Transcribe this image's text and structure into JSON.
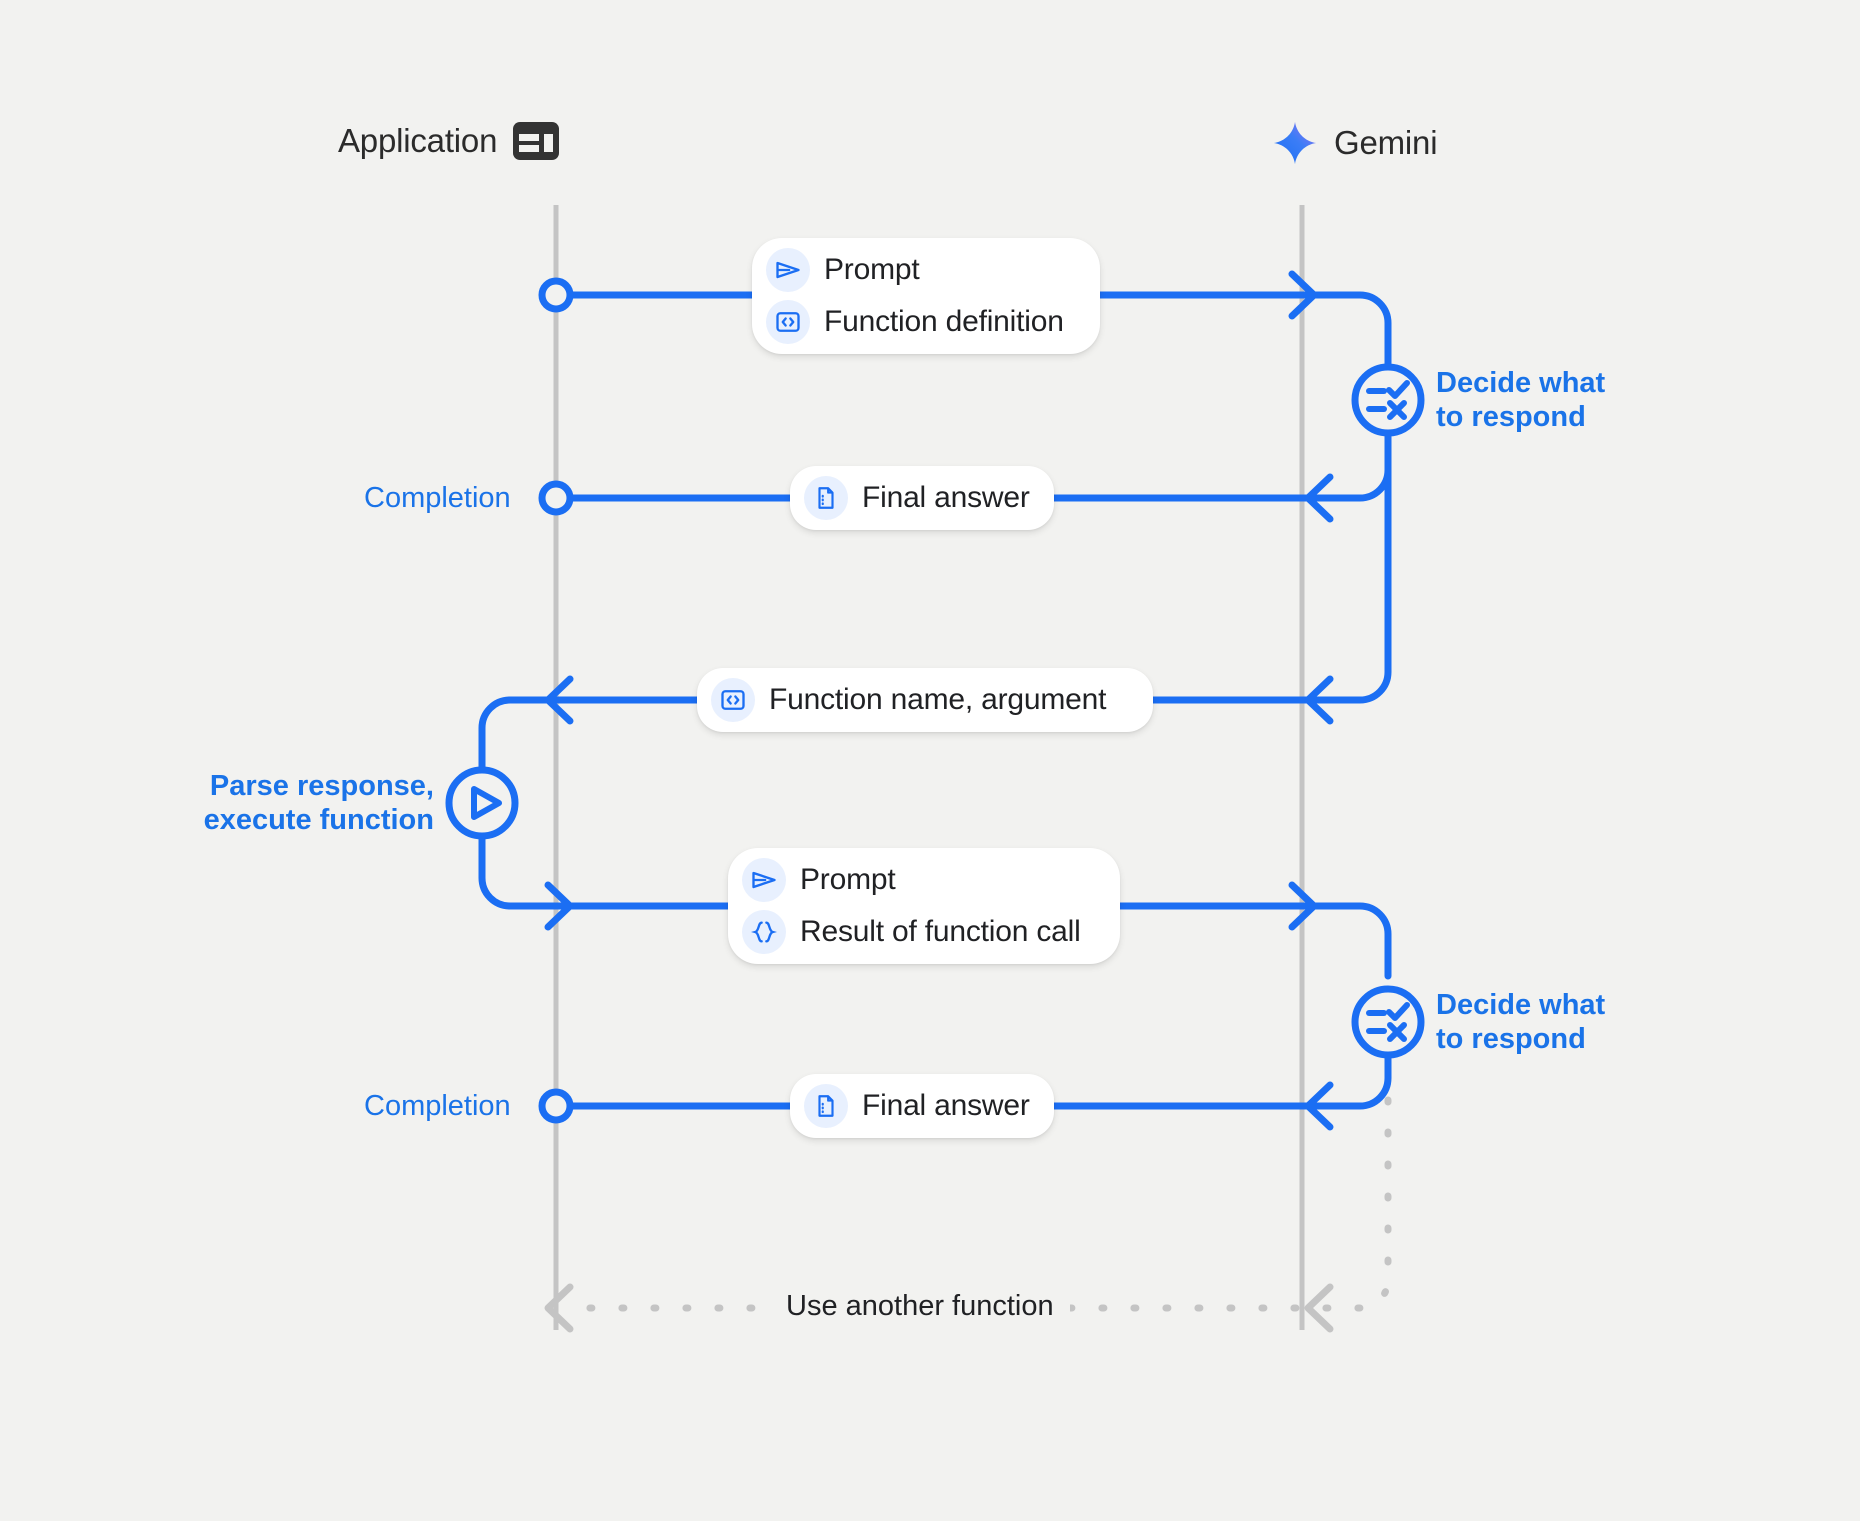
{
  "diagram": {
    "title": "Gemini function calling sequence",
    "background_color": "#f2f2f0",
    "accent_color": "#1a73e8",
    "muted_color": "#c4c4c4",
    "actors": [
      {
        "id": "application",
        "label": "Application",
        "icon": "app-layout-icon"
      },
      {
        "id": "gemini",
        "label": "Gemini",
        "icon": "gemini-sparkle-icon"
      }
    ],
    "messages": [
      {
        "id": "prompt-function-definition",
        "direction": "app-to-gemini",
        "rows": [
          {
            "icon": "send-icon",
            "label": "Prompt"
          },
          {
            "icon": "code-brackets-icon",
            "label": "Function definition"
          }
        ]
      },
      {
        "id": "final-answer-1",
        "direction": "gemini-to-app",
        "rows": [
          {
            "icon": "document-icon",
            "label": "Final answer"
          }
        ]
      },
      {
        "id": "function-name-argument",
        "direction": "gemini-to-app",
        "rows": [
          {
            "icon": "code-brackets-icon",
            "label": "Function name,  argument"
          }
        ]
      },
      {
        "id": "prompt-result-of-function-call",
        "direction": "app-to-gemini",
        "rows": [
          {
            "icon": "send-icon",
            "label": "Prompt"
          },
          {
            "icon": "curly-braces-icon",
            "label": "Result of function call"
          }
        ]
      },
      {
        "id": "final-answer-2",
        "direction": "gemini-to-app",
        "rows": [
          {
            "icon": "document-icon",
            "label": "Final answer"
          }
        ]
      }
    ],
    "annotations": [
      {
        "id": "decide-1",
        "text": "Decide what\nto respond",
        "side": "right",
        "icon": "decision-checklist-icon"
      },
      {
        "id": "completion-1",
        "text": "Completion",
        "side": "left",
        "icon": "circle-marker-icon"
      },
      {
        "id": "parse-execute",
        "text": "Parse response,\nexecute function",
        "side": "left",
        "icon": "play-icon"
      },
      {
        "id": "decide-2",
        "text": "Decide what\nto respond",
        "side": "right",
        "icon": "decision-checklist-icon"
      },
      {
        "id": "completion-2",
        "text": "Completion",
        "side": "left",
        "icon": "circle-marker-icon"
      }
    ],
    "loop": {
      "id": "use-another-function",
      "label": "Use another function",
      "style": "dashed"
    }
  }
}
